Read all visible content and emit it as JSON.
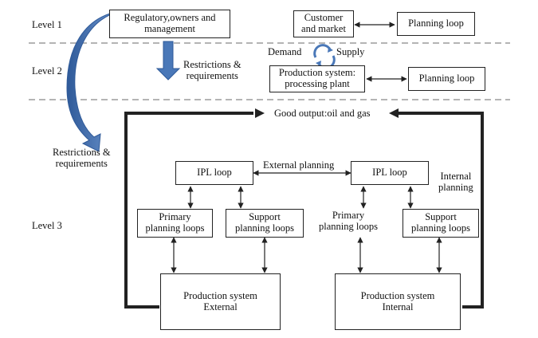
{
  "levels": {
    "l1": "Level 1",
    "l2": "Level 2",
    "l3": "Level 3"
  },
  "level1": {
    "regulatory_box": [
      "Regulatory,owners and",
      "management"
    ],
    "customer_box": [
      "Customer",
      "and market"
    ],
    "planning_loop": "Planning loop"
  },
  "level2": {
    "demand": "Demand",
    "supply": "Supply",
    "restrictions": [
      "Restrictions &",
      "requirements"
    ],
    "production_box": [
      "Production system:",
      "processing plant"
    ],
    "planning_loop": "Planning loop"
  },
  "level3": {
    "restrictions": [
      "Restrictions &",
      "requirements"
    ],
    "good_output": "Good output:oil and gas",
    "external_planning": "External planning",
    "internal_planning": [
      "Internal",
      "planning"
    ],
    "ipl_left": "IPL loop",
    "ipl_right": "IPL loop",
    "primary_left": [
      "Primary",
      "planning loops"
    ],
    "support_left": [
      "Support",
      "planning loops"
    ],
    "primary_right": [
      "Primary",
      "planning loops"
    ],
    "support_right": [
      "Support",
      "planning loops"
    ],
    "prod_external": [
      "Production system",
      "External"
    ],
    "prod_internal": [
      "Production system",
      "Internal"
    ]
  },
  "colors": {
    "arrow_blue": "#4a78b8",
    "arrow_blue_dark": "#2f5a99",
    "line": "#222222"
  }
}
